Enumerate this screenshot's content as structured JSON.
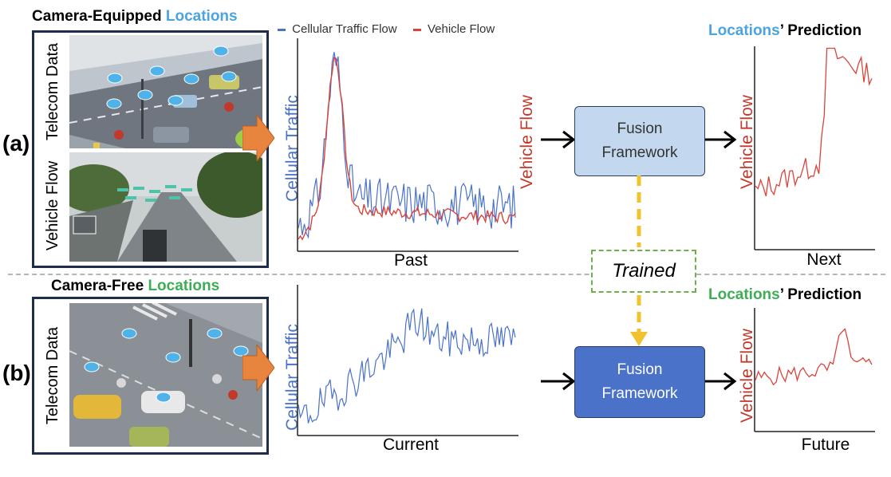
{
  "row_a": {
    "label": "(a)",
    "header_prefix": "Camera-Equipped",
    "header_highlight": "Locations",
    "telecom_label": "Telecom Data",
    "vehicle_label": "Vehicle Flow",
    "legend_cellular": "Cellular Traffic Flow",
    "legend_vehicle": "Vehicle Flow",
    "axis_left": "Cellular Traffic",
    "axis_right": "Vehicle Flow",
    "axis_bottom": "Past",
    "fusion_line1": "Fusion",
    "fusion_line2": "Framework",
    "pred_highlight": "Locations",
    "pred_suffix": "’ Prediction",
    "pred_axis": "Vehicle Flow",
    "pred_bottom": "Next"
  },
  "row_b": {
    "label": "(b)",
    "header_prefix": "Camera-Free",
    "header_highlight": "Locations",
    "telecom_label": "Telecom Data",
    "axis_left": "Cellular Traffic",
    "axis_bottom": "Current",
    "fusion_line1": "Fusion",
    "fusion_line2": "Framework",
    "pred_highlight": "Locations",
    "pred_suffix": "’ Prediction",
    "pred_axis": "Vehicle Flow",
    "pred_bottom": "Future"
  },
  "trained_label": "Trained",
  "colors": {
    "cellular": "#4a72c9",
    "vehicle": "#d9443a",
    "fusion_light": "#c3d8ef",
    "fusion_dark": "#4a72c9",
    "arrow_orange": "#e8843d",
    "dashed_yellow": "#f2c12e",
    "header_blue": "#4ba3e0",
    "header_green": "#3eae55"
  }
}
